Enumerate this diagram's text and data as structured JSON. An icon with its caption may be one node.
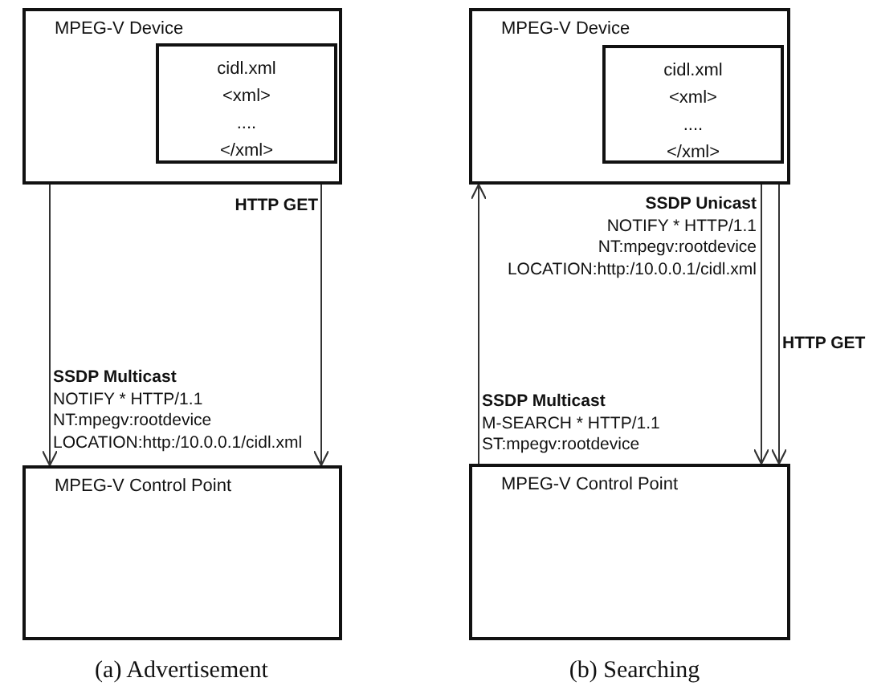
{
  "diagram": {
    "nodes": [
      {
        "text": [
          "MPEG-V Device"
        ]
      },
      {
        "text": [
          "cidl.xml <xml> .... </xml>"
        ],
        "in": 0
      },
      {
        "text": [
          "MPEG-V Control Point"
        ]
      },
      {
        "text": [
          "MPEG-V Device"
        ]
      },
      {
        "text": [
          "cidl.xml <xml> .... </xml>"
        ],
        "in": 3
      },
      {
        "text": [
          "MPEG-V Control Point"
        ]
      }
    ],
    "edges": [
      {
        "from": 0,
        "to": 2,
        "arrow": "to",
        "label": "**SSDP Multicast** NOTIFY * HTTP/1.1 NT:mpegv:rootdevice LOCATION:http:/10.0.0.1/cidl.xml"
      },
      {
        "from": 1,
        "to": 2,
        "arrow": "to",
        "label": "HTTP GET"
      },
      {
        "from": 5,
        "to": 3,
        "arrow": "to",
        "label": "**SSDP Multicast** M-SEARCH * HTTP/1.1 ST:mpegv:rootdevice"
      },
      {
        "from": 3,
        "to": 5,
        "arrow": "to",
        "label": "**SSDP Unicast** NOTIFY * HTTP/1.1 NT:mpegv:rootdevice LOCATION:http:/10.0.0.1/cidl.xml"
      },
      {
        "from": 4,
        "to": 5,
        "arrow": "to",
        "label": "HTTP GET"
      }
    ],
    "labels": [
      "(a) Advertisement",
      "(b) Searching"
    ]
  }
}
